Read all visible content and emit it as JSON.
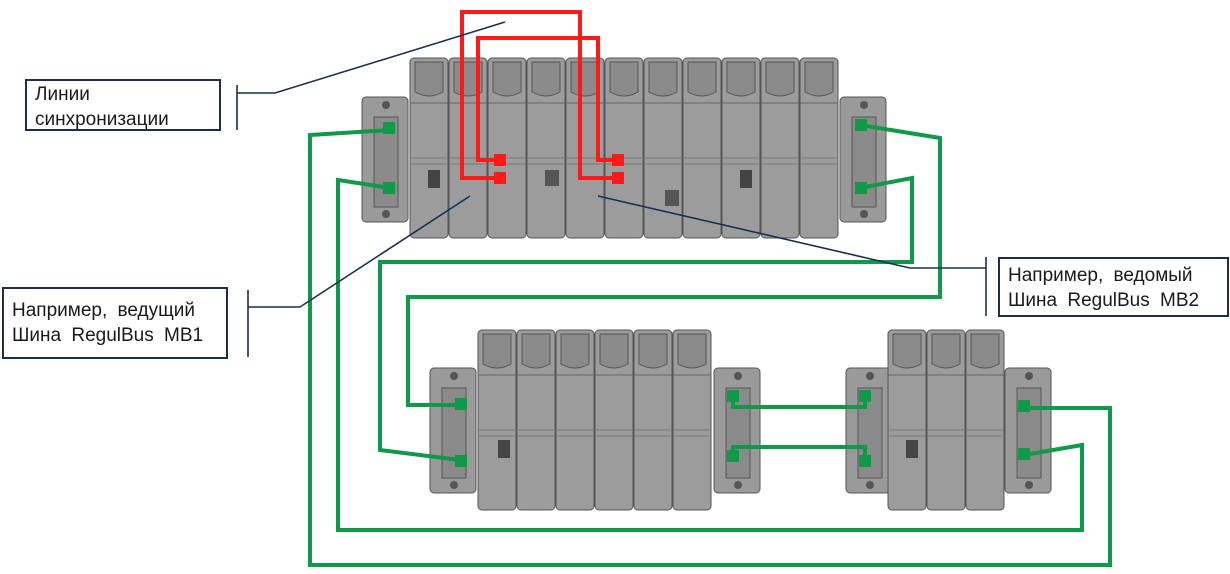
{
  "labels": {
    "sync_lines": {
      "line1": "Линии",
      "line2": "синхронизации"
    },
    "master": {
      "line1": "Например, ведущий",
      "line2": "Шина RegulBus MB1"
    },
    "slave": {
      "line1": "Например, ведомый",
      "line2": "Шина RegulBus MB2"
    }
  },
  "colors": {
    "sync_line": "#ff1a1a",
    "bus_line": "#0e9a48",
    "callout": "#1c2f4f",
    "module": "#9a9a9a",
    "module_dark": "#6f6f6f"
  }
}
